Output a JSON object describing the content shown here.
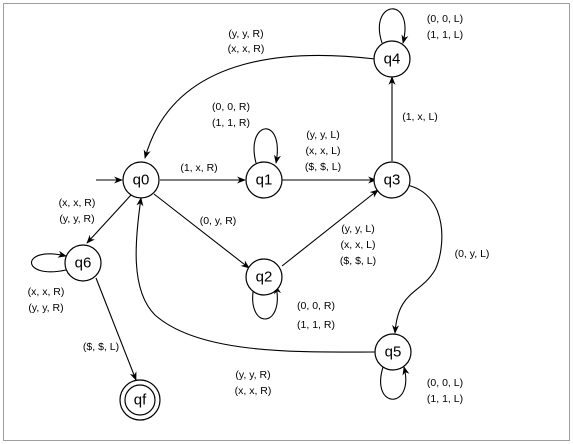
{
  "states": {
    "q0": "q0",
    "q1": "q1",
    "q2": "q2",
    "q3": "q3",
    "q4": "q4",
    "q5": "q5",
    "q6": "q6",
    "qf": "qf"
  },
  "transitions": {
    "q0_q1": "(1, x, R)",
    "q0_q2": "(0, y, R)",
    "q0_q6": [
      "(x, x, R)",
      "(y, y, R)"
    ],
    "q1_loop": [
      "(0, 0, R)",
      "(1, 1, R)"
    ],
    "q1_q3": [
      "(y, y, L)",
      "(x, x, L)",
      "($, $, L)"
    ],
    "q2_q3": [
      "(y, y, L)",
      "(x, x, L)",
      "($, $, L)"
    ],
    "q2_loop": [
      "(0, 0, R)",
      "(1, 1, R)"
    ],
    "q3_q4": "(1, x, L)",
    "q3_q5": "(0, y, L)",
    "q4_loop": [
      "(0, 0, L)",
      "(1, 1, L)"
    ],
    "q4_q0": [
      "(y, y, R)",
      "(x, x, R)"
    ],
    "q5_loop": [
      "(0, 0, L)",
      "(1, 1, L)"
    ],
    "q5_q0": [
      "(y, y, R)",
      "(x, x, R)"
    ],
    "q6_loop": [
      "(x, x, R)",
      "(y, y, R)"
    ],
    "q6_qf": "($, $, L)"
  }
}
